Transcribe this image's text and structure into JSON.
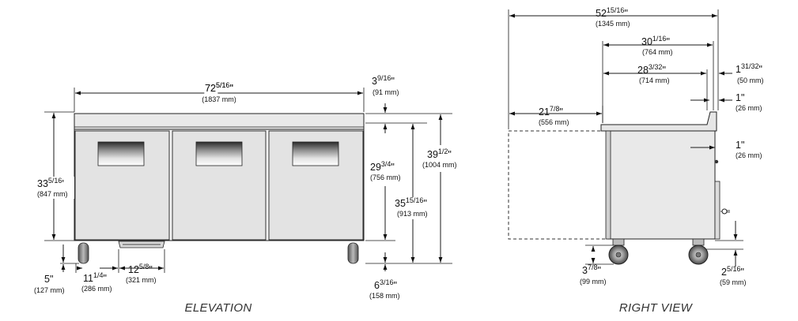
{
  "views": {
    "elevation": {
      "caption": "ELEVATION",
      "dims": {
        "total_width": {
          "main": "72",
          "frac": "5/16",
          "suffix": "\"",
          "mm": "(1837 mm)"
        },
        "backsplash": {
          "main": "3",
          "frac": "9/16",
          "suffix": "\"",
          "mm": "(91 mm)"
        },
        "height_left": {
          "main": "33",
          "frac": "5/16",
          "suffix": "'",
          "mm": "(847 mm)"
        },
        "door_height": {
          "main": "29",
          "frac": "3/4",
          "suffix": "\"",
          "mm": "(756 mm)"
        },
        "work_height": {
          "main": "35",
          "frac": "15/16",
          "suffix": "\"",
          "mm": "(913 mm)"
        },
        "overall_height": {
          "main": "39",
          "frac": "1/2",
          "suffix": "\"",
          "mm": "(1004 mm)"
        },
        "caster_height": {
          "main": "5",
          "frac": "",
          "suffix": "\"",
          "mm": "(127 mm)"
        },
        "caster_offset": {
          "main": "11",
          "frac": "1/4",
          "suffix": "\"",
          "mm": "(286 mm)"
        },
        "grille_width": {
          "main": "12",
          "frac": "5/8",
          "suffix": "\"",
          "mm": "(321 mm)"
        },
        "toe_clearance": {
          "main": "6",
          "frac": "3/16",
          "suffix": "\"",
          "mm": "(158 mm)"
        }
      }
    },
    "right_view": {
      "caption": "RIGHT VIEW",
      "dims": {
        "depth_open": {
          "main": "52",
          "frac": "15/16",
          "suffix": "\"",
          "mm": "(1345 mm)"
        },
        "depth_overall": {
          "main": "30",
          "frac": "1/16",
          "suffix": "\"",
          "mm": "(764 mm)"
        },
        "depth_cabinet": {
          "main": "28",
          "frac": "3/32",
          "suffix": "\"",
          "mm": "(714 mm)"
        },
        "handle_depth": {
          "main": "1",
          "frac": "31/32",
          "suffix": "\"",
          "mm": "(50 mm)"
        },
        "backsplash_thick": {
          "main": "1",
          "frac": "",
          "suffix": "\"",
          "mm": "(26 mm)"
        },
        "door_swing": {
          "main": "21",
          "frac": "7/8",
          "suffix": "\"",
          "mm": "(556 mm)"
        },
        "rear_offset": {
          "main": "1",
          "frac": "",
          "suffix": "\"",
          "mm": "(26 mm)"
        },
        "caster_rear": {
          "main": "2",
          "frac": "5/16",
          "suffix": "\"",
          "mm": "(59 mm)"
        },
        "caster_front": {
          "main": "3",
          "frac": "7/8",
          "suffix": "\"",
          "mm": "(99 mm)"
        }
      }
    }
  }
}
